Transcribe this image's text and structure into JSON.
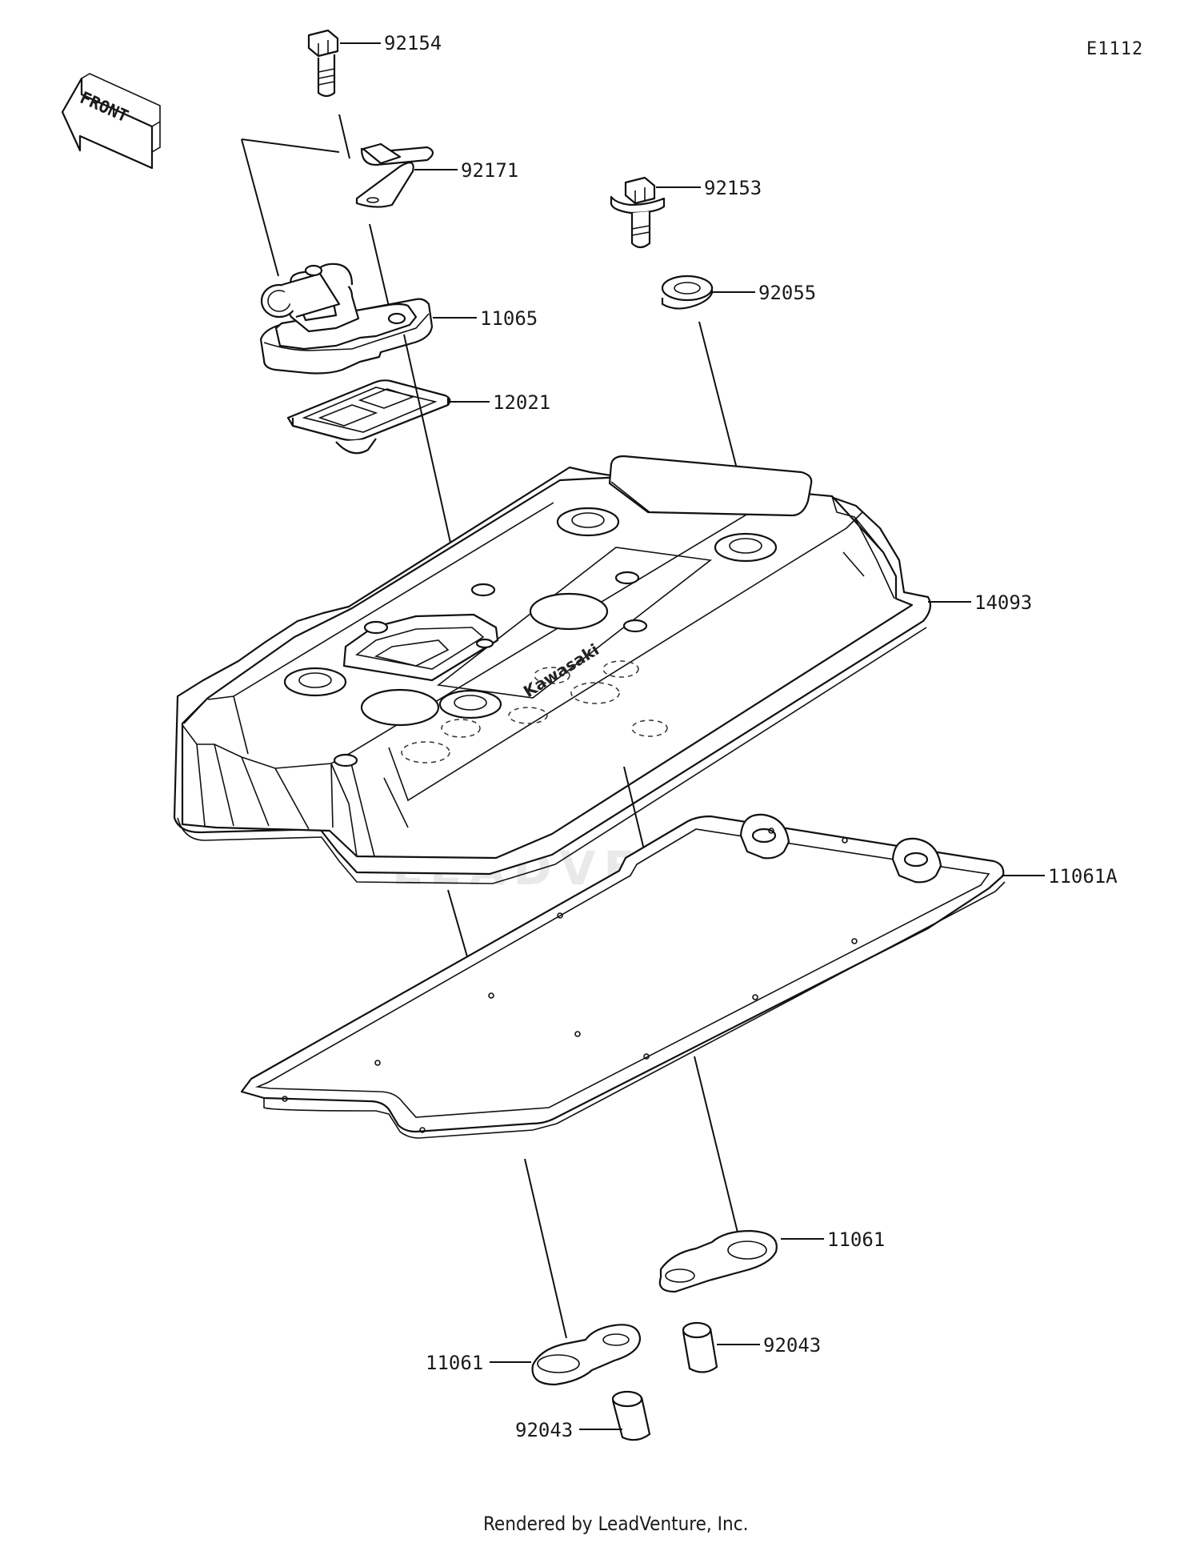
{
  "diagram_code": "E1112",
  "front_label": "FRONT",
  "footer": "Rendered by LeadVenture, Inc.",
  "watermark": "LEADVENTURE",
  "colors": {
    "line": "#111111",
    "background": "#ffffff",
    "watermark": "#e9e9e9"
  },
  "parts": [
    {
      "number": "92154"
    },
    {
      "number": "92171"
    },
    {
      "number": "11065"
    },
    {
      "number": "12021"
    },
    {
      "number": "92153"
    },
    {
      "number": "92055"
    },
    {
      "number": "14093"
    },
    {
      "number": "11061A"
    },
    {
      "number": "11061"
    },
    {
      "number": "92043"
    },
    {
      "number": "11061"
    },
    {
      "number": "92043"
    }
  ]
}
